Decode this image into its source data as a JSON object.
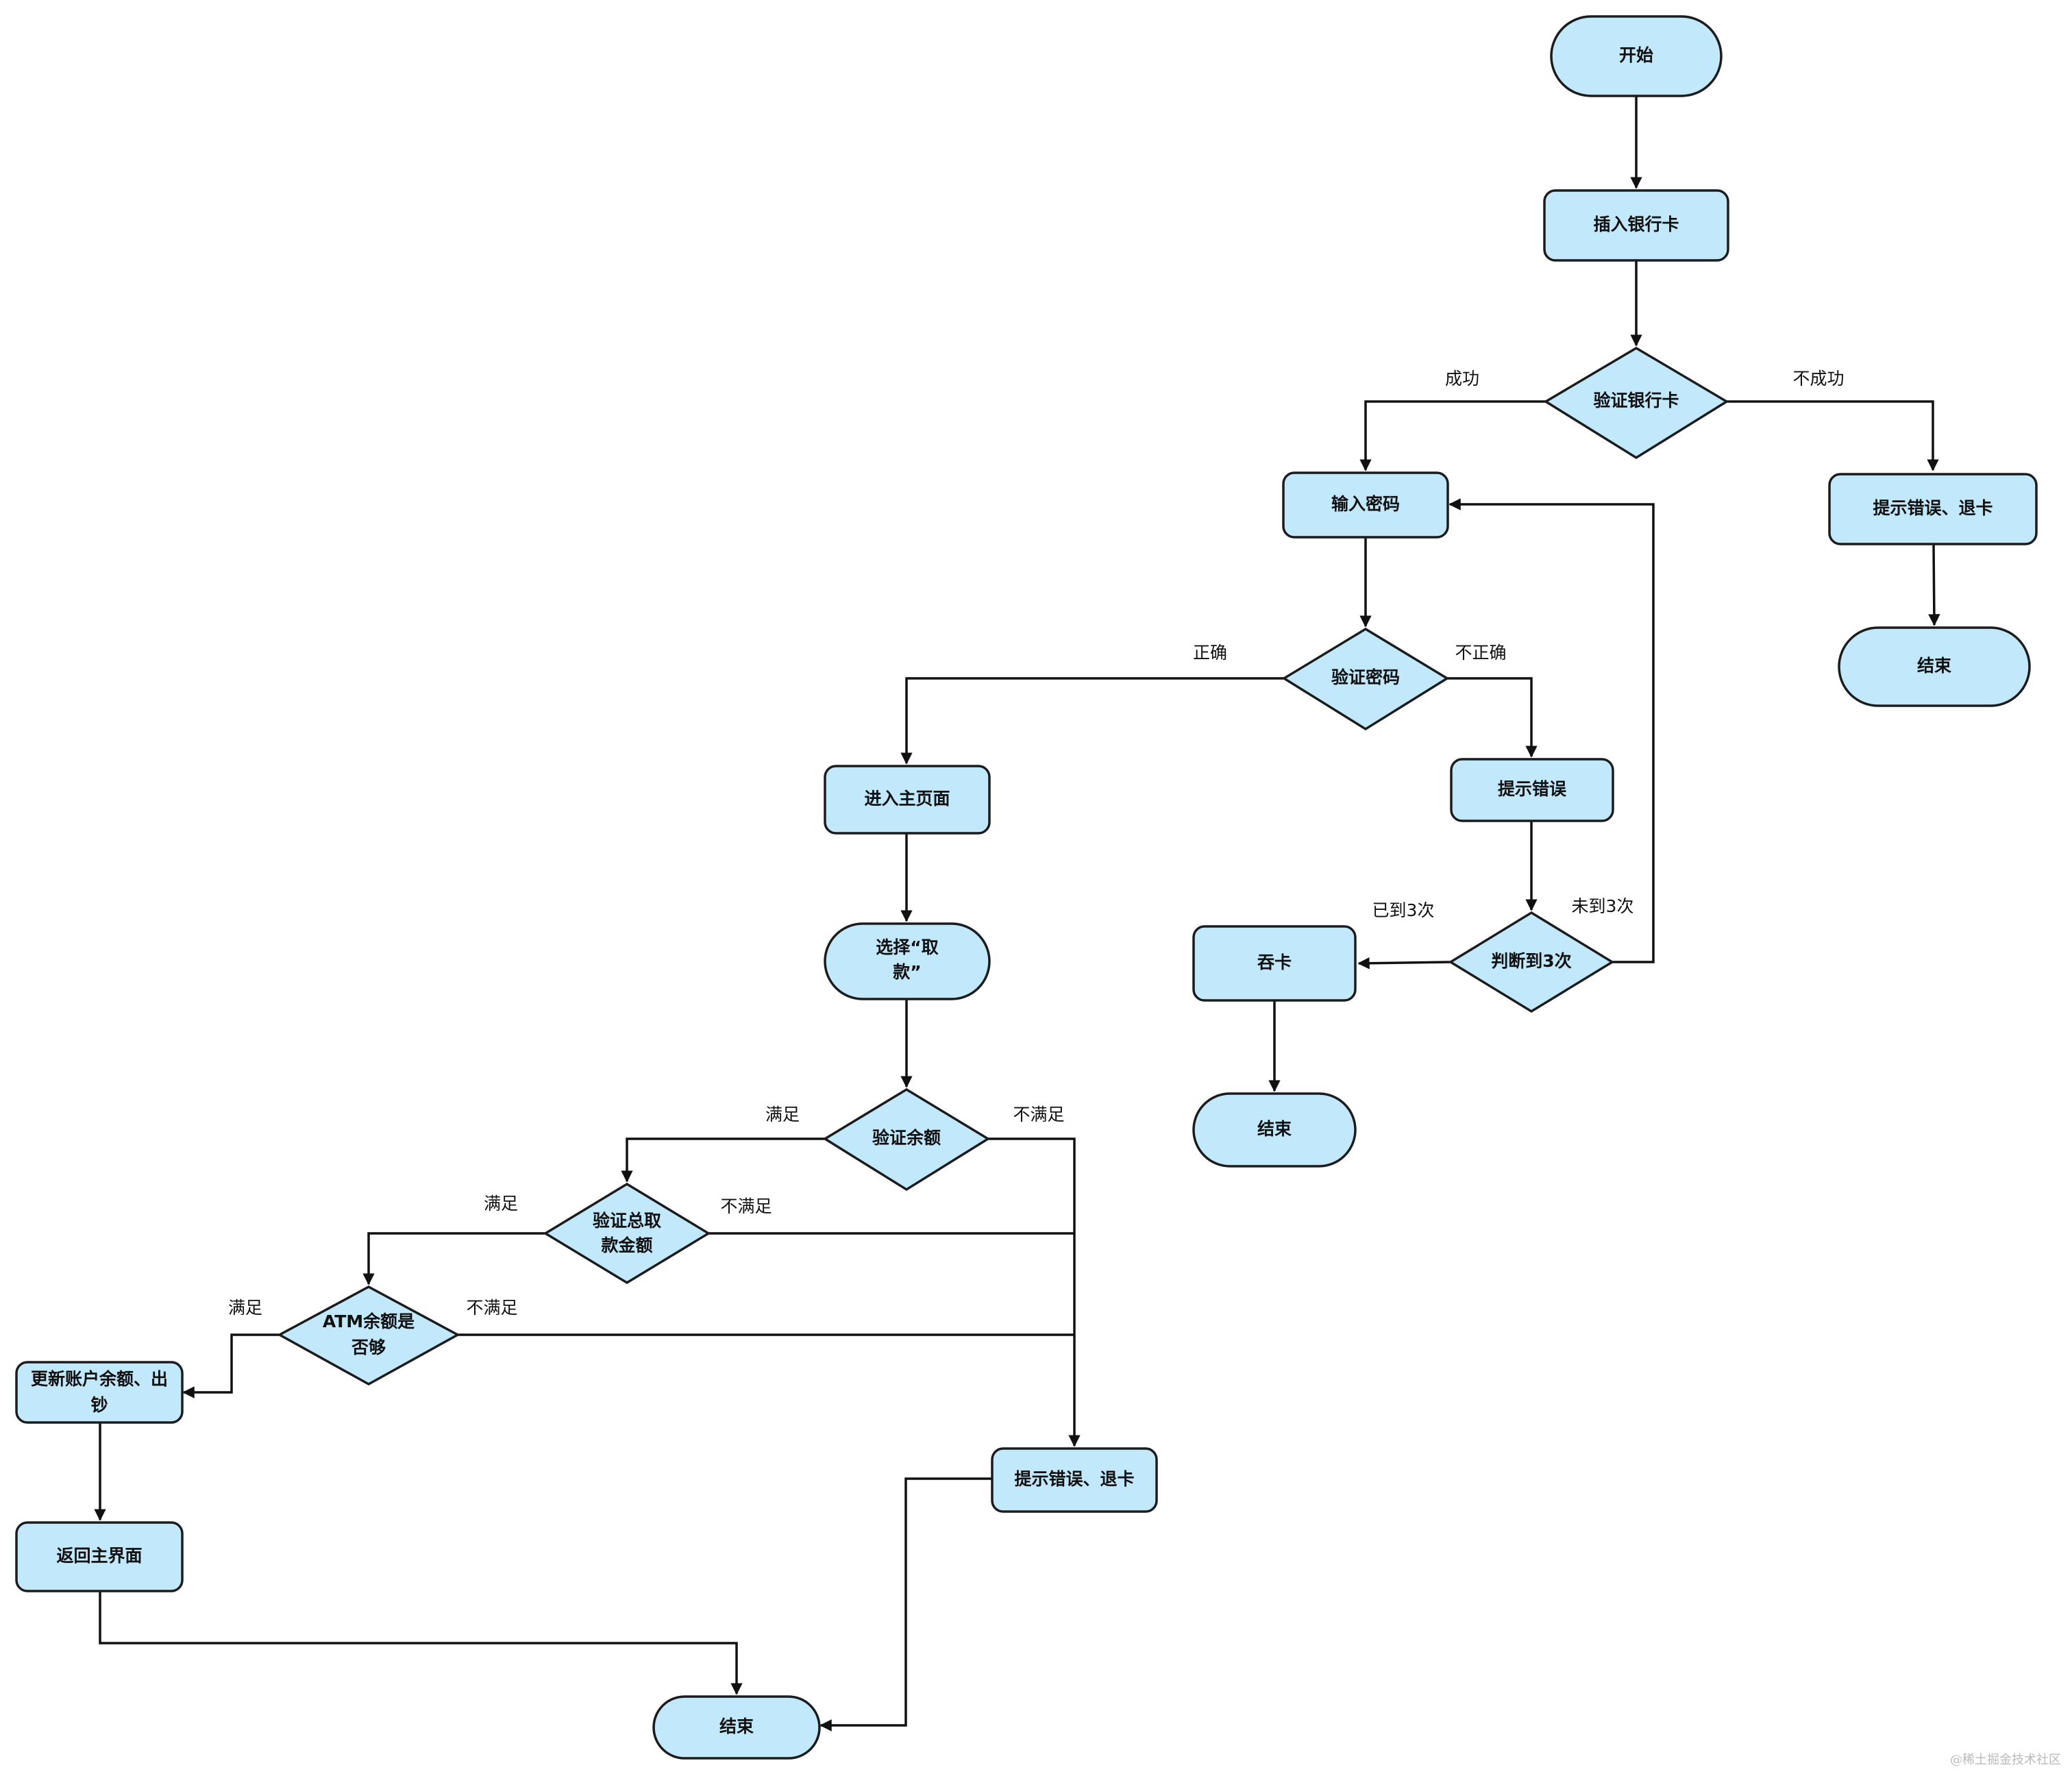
{
  "nodes": {
    "start": "开始",
    "insert_card": "插入银行卡",
    "verify_card": "验证银行卡",
    "enter_password": "输入密码",
    "error_eject_top": "提示错误、退卡",
    "end_top_right": "结束",
    "verify_password": "验证密码",
    "main_page": "进入主页面",
    "show_error": "提示错误",
    "select_withdraw_line1": "选择“取",
    "select_withdraw_line2": "款”",
    "check_attempts": "判断到3次",
    "swallow_card": "吞卡",
    "end_middle": "结束",
    "verify_balance": "验证余额",
    "verify_total_line1": "验证总取",
    "verify_total_line2": "款金额",
    "atm_balance_line1": "ATM余额是",
    "atm_balance_line2": "否够",
    "update_account_line1": "更新账户余额、出",
    "update_account_line2": "钞",
    "error_eject_bottom": "提示错误、退卡",
    "return_main": "返回主界面",
    "end_bottom": "结束"
  },
  "edge_labels": {
    "card_success": "成功",
    "card_fail": "不成功",
    "password_correct": "正确",
    "password_incorrect": "不正确",
    "reached_3": "已到3次",
    "not_reached_3": "未到3次",
    "balance_ok": "满足",
    "balance_not_ok": "不满足",
    "total_ok": "满足",
    "total_not_ok": "不满足",
    "atm_ok": "满足",
    "atm_not_ok": "不满足"
  },
  "watermark": "@稀土掘金技术社区",
  "colors": {
    "node_fill": "#c2e8fb",
    "node_stroke": "#1c1c1c",
    "edge": "#111111"
  }
}
